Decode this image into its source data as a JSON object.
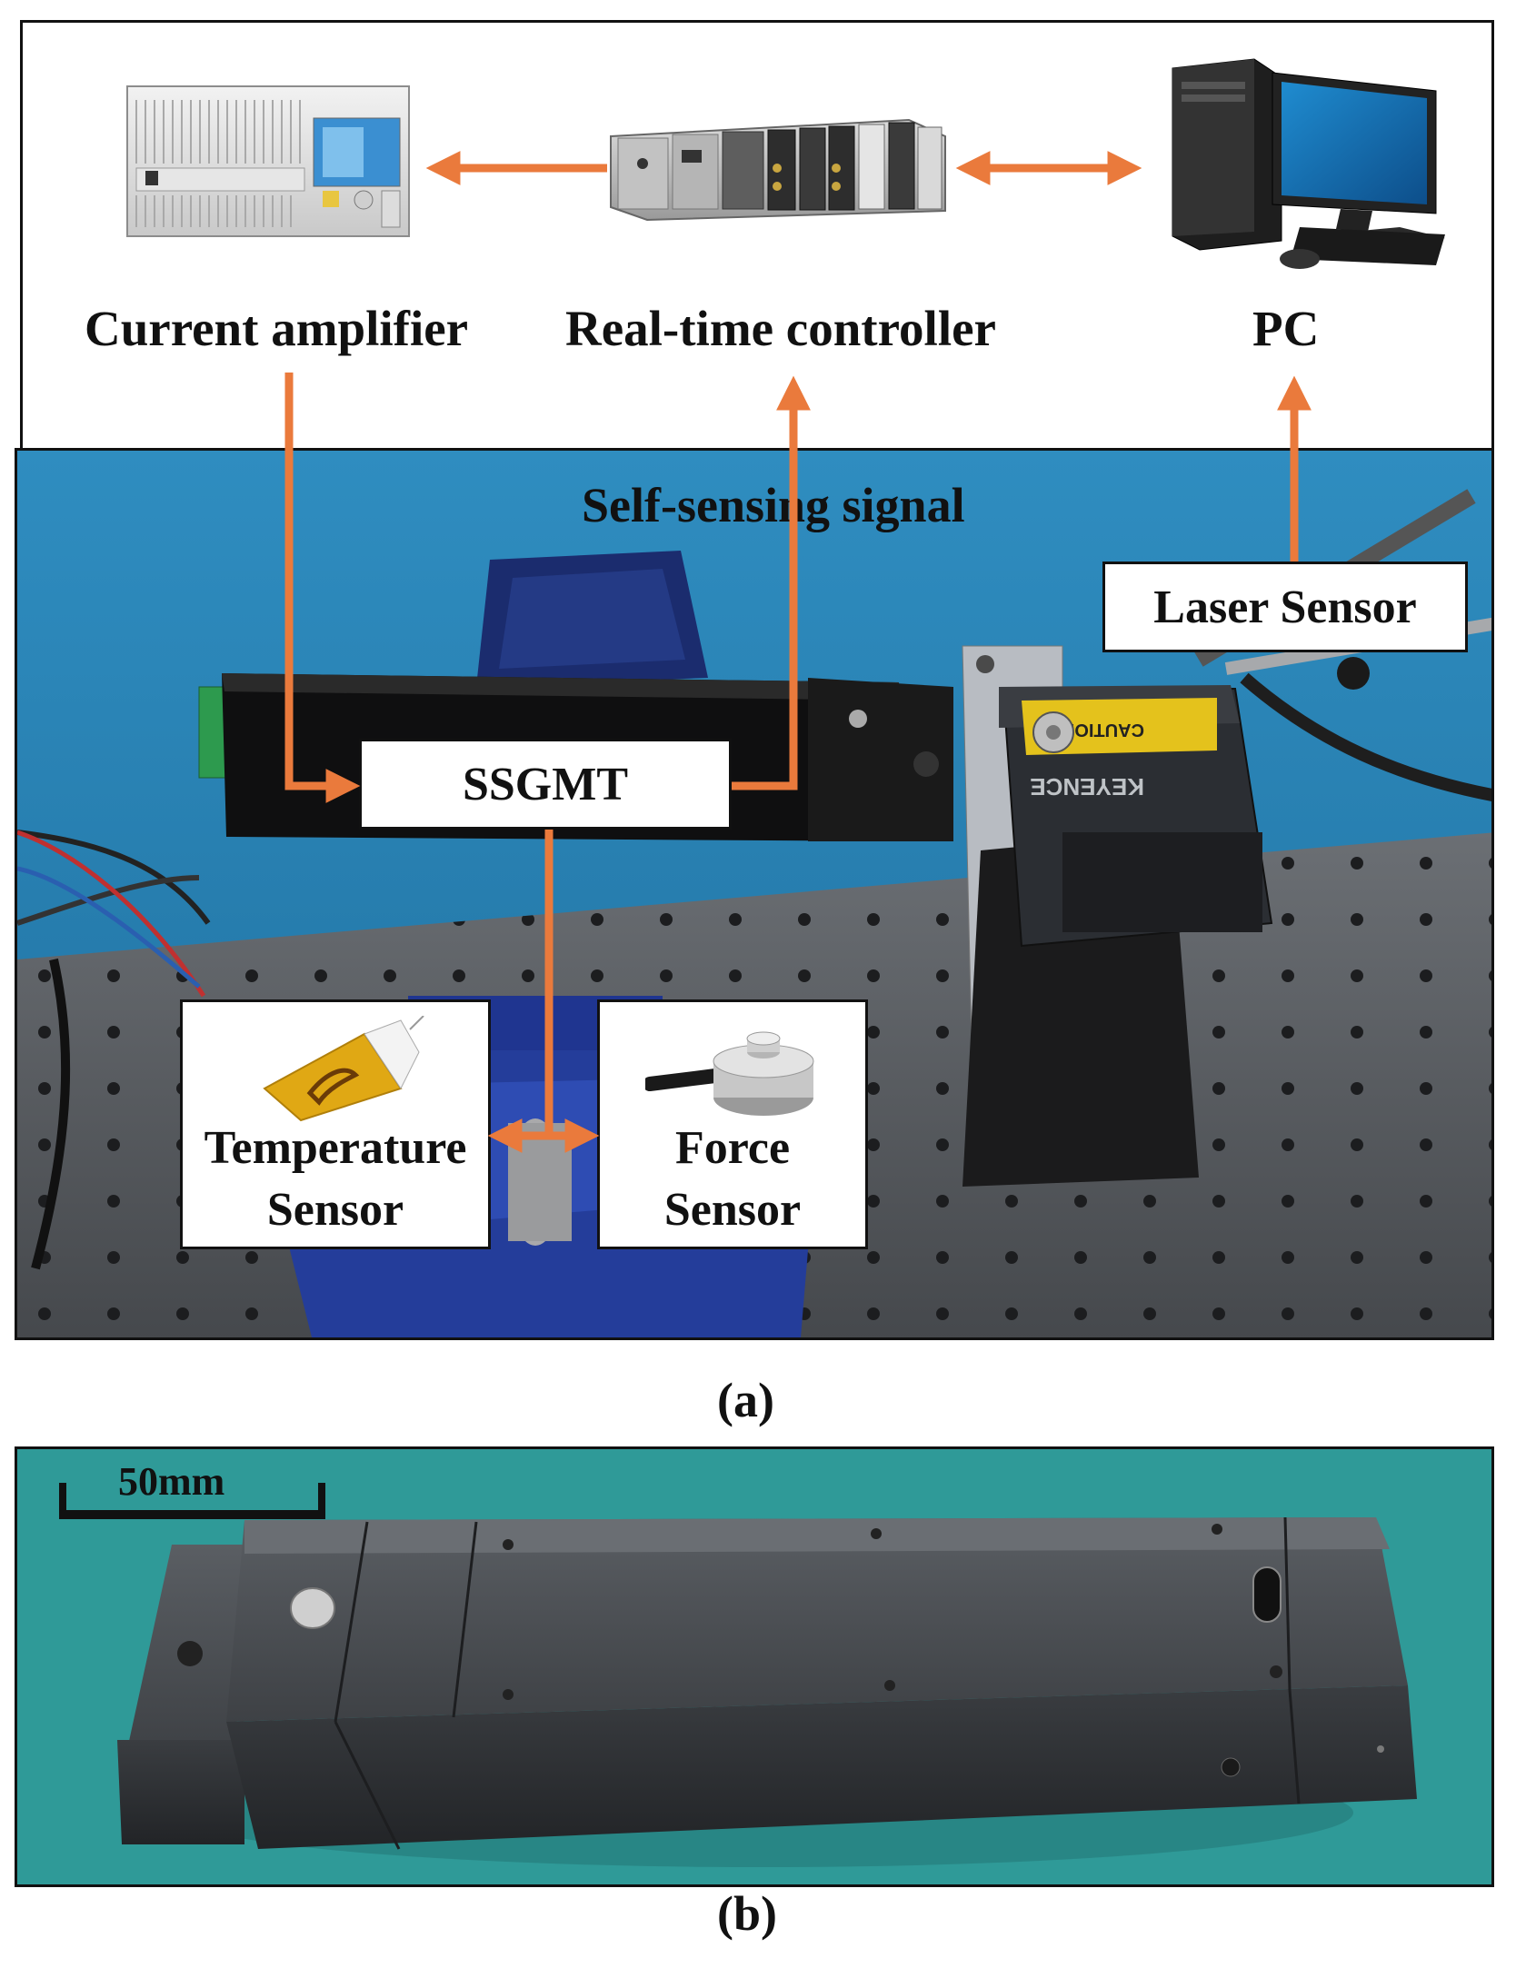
{
  "panel_a": {
    "top_labels": {
      "amplifier": "Current amplifier",
      "controller": "Real-time controller",
      "pc": "PC"
    },
    "self_sensing": "Self-sensing signal",
    "boxes": {
      "laser": "Laser Sensor",
      "ssgmt": "SSGMT",
      "temperature_line1": "Temperature",
      "temperature_line2": "Sensor",
      "force_line1": "Force",
      "force_line2": "Sensor"
    },
    "photo_text": {
      "caution": "CAUTION",
      "brand": "KEYENCE"
    },
    "caption": "(a)"
  },
  "panel_b": {
    "scale_bar": "50mm",
    "caption": "(b)"
  },
  "colors": {
    "arrow": "#ea7a3c",
    "photo_bg": "#2a86b6",
    "photo_table": "#5a5e63",
    "device_bg": "#2f9a98",
    "device_body": "#3b3e42"
  }
}
